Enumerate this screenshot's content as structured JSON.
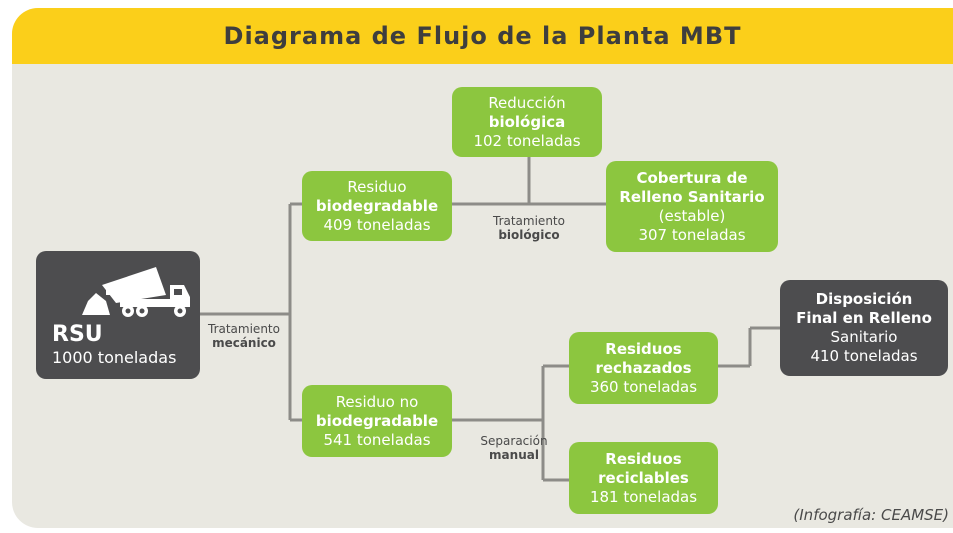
{
  "header": {
    "title": "Diagrama de Flujo de la Planta MBT"
  },
  "rsu": {
    "title": "RSU",
    "subtitle": "1000 toneladas",
    "icon": "dump-truck-icon"
  },
  "captions": {
    "mechanical": {
      "line1": "Tratamiento",
      "line2": "mecánico"
    },
    "biological": {
      "line1": "Tratamiento",
      "line2": "biológico"
    },
    "manual": {
      "line1": "Separación",
      "line2": "manual"
    }
  },
  "biodegradable": {
    "line1": "Residuo",
    "line2": "biodegradable",
    "line3": "409 toneladas"
  },
  "non_biodegradable": {
    "line1": "Residuo no",
    "line2": "biodegradable",
    "line3": "541 toneladas"
  },
  "biological_reduction": {
    "line1": "Reducción",
    "line2": "biológica",
    "line3": "102 toneladas"
  },
  "landfill_cover": {
    "line1": "Cobertura de",
    "line2": "Relleno Sanitario",
    "line3": "(estable)",
    "line4": "307 toneladas"
  },
  "rejected": {
    "line1": "Residuos",
    "line2": "rechazados",
    "line3": "360 toneladas"
  },
  "recyclable": {
    "line1": "Residuos",
    "line2": "reciclables",
    "line3": "181 toneladas"
  },
  "final_disposal": {
    "line1": "Disposición",
    "line2": "Final en Relleno",
    "line3": "Sanitario",
    "line4": "410 toneladas"
  },
  "credit": "(Infografía: CEAMSE)",
  "colors": {
    "header": "#fbcf1a",
    "green": "#8cc63f",
    "dark": "#4d4d4f",
    "background": "#e9e8e1",
    "lines": "#8d8c88"
  }
}
